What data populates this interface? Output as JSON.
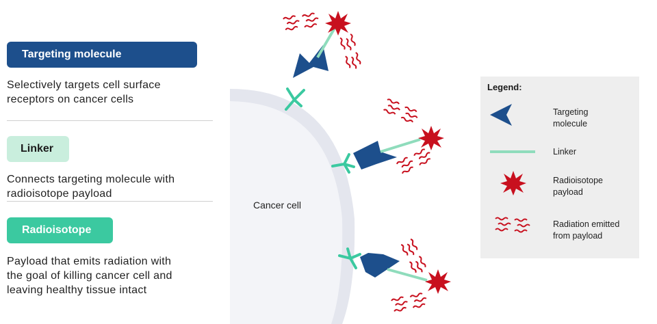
{
  "sections": {
    "targeting": {
      "label": "Targeting molecule",
      "description": "Selectively targets cell surface\nreceptors on cancer cells"
    },
    "linker": {
      "label": "Linker",
      "description": "Connects targeting molecule with\nradioisotope payload"
    },
    "radioisotope": {
      "label": "Radioisotope",
      "description": "Payload that emits radiation with\nthe goal of killing cancer cell and\nleaving healthy tissue intact"
    }
  },
  "diagram": {
    "cell_label": "Cancer cell"
  },
  "legend": {
    "title": "Legend:",
    "items": [
      {
        "label": "Targeting\nmolecule",
        "icon": "targeting-molecule-icon"
      },
      {
        "label": "Linker",
        "icon": "linker-icon"
      },
      {
        "label": "Radioisotope\npayload",
        "icon": "radioisotope-icon"
      },
      {
        "label": "Radiation emitted\nfrom payload",
        "icon": "radiation-waves-icon"
      }
    ]
  },
  "colors": {
    "targeting": "#1d4f8c",
    "linker": "#8fdcbc",
    "receptor": "#3bc9a0",
    "radioisotope": "#c8101e",
    "cell_fill": "#f3f4f8",
    "cell_membrane": "#e4e6ee"
  }
}
